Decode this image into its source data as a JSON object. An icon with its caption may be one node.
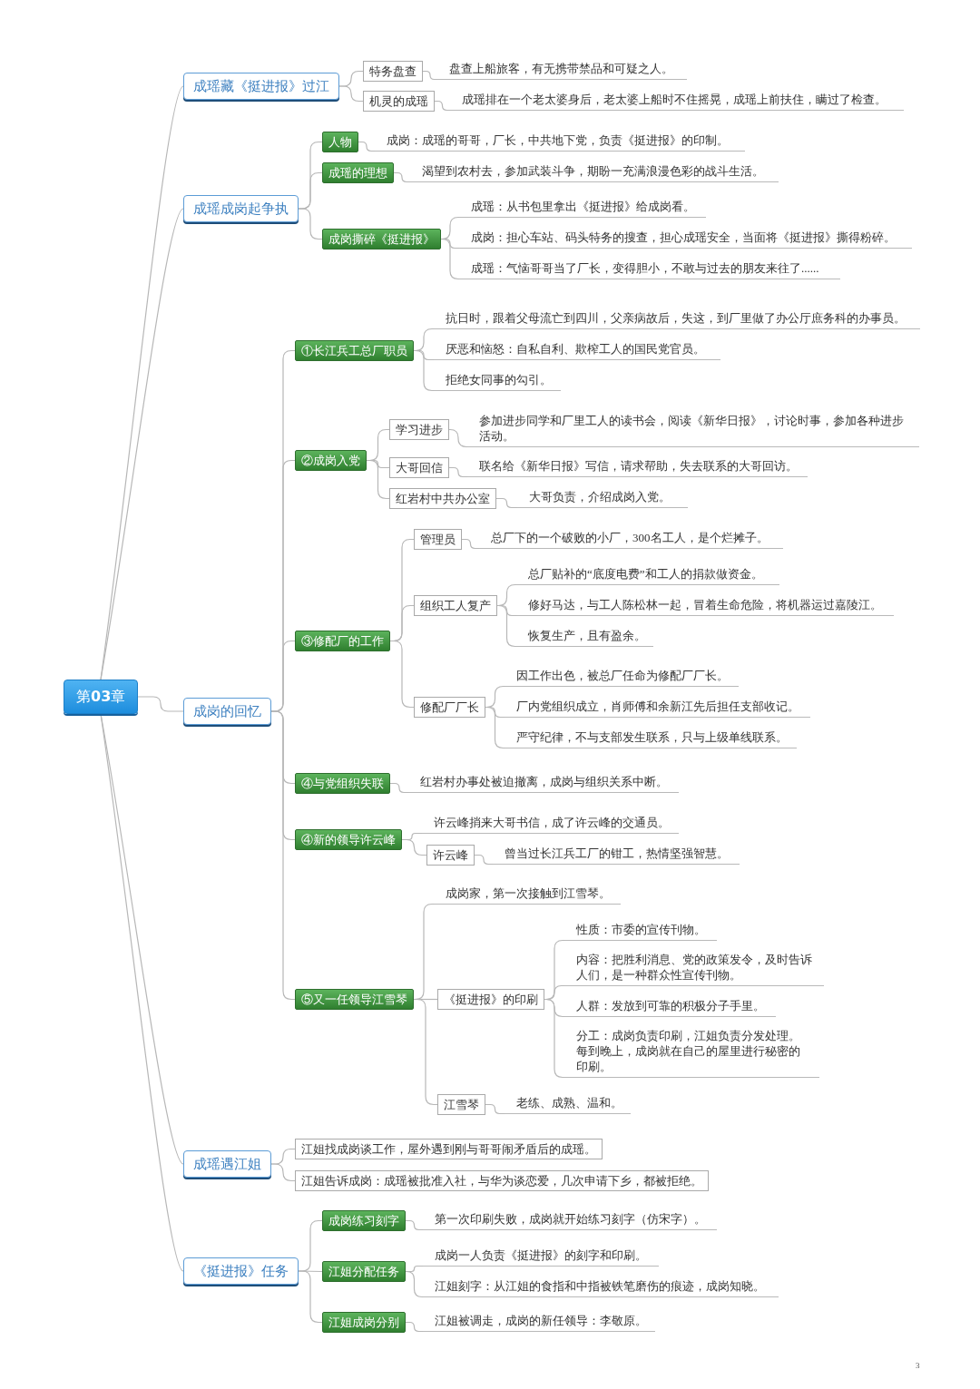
{
  "diagram": {
    "nodes": [
      {
        "text": [
          "第**03**章"
        ]
      },
      {
        "text": [
          "成瑶藏《挺进报》过江"
        ]
      },
      {
        "text": [
          "特务盘查"
        ]
      },
      {
        "text": [
          "盘查上船旅客，有无携带禁品和可疑之人。"
        ]
      },
      {
        "text": [
          "机灵的成瑶"
        ]
      },
      {
        "text": [
          "成瑶排在一个老太婆身后，老太婆上船时不住摇晃，成瑶上前扶住，瞒过了检查。"
        ]
      },
      {
        "text": [
          "成瑶成岗起争执"
        ]
      },
      {
        "text": [
          "人物"
        ]
      },
      {
        "text": [
          "成岗：成瑶的哥哥，厂长，中共地下党，负责《挺进报》的印制。"
        ]
      },
      {
        "text": [
          "成瑶的理想"
        ]
      },
      {
        "text": [
          "渴望到农村去，参加武装斗争，期盼一充满浪漫色彩的战斗生活。"
        ]
      },
      {
        "text": [
          "成岗撕碎《挺进报》"
        ]
      },
      {
        "text": [
          "成瑶：从书包里拿出《挺进报》给成岗看。"
        ]
      },
      {
        "text": [
          "成岗：担心车站、码头特务的搜查，担心成瑶安全，当面将《挺进报》撕得粉碎。"
        ]
      },
      {
        "text": [
          "成瑶：气恼哥哥当了厂长，变得胆小，不敢与过去的朋友来往了......"
        ]
      },
      {
        "text": [
          "成岗的回忆"
        ]
      },
      {
        "text": [
          "①长江兵工总厂职员"
        ]
      },
      {
        "text": [
          "抗日时，跟着父母流亡到四川，父亲病故后，失这，到厂里做了办公厅庶务科的办事员。"
        ]
      },
      {
        "text": [
          "厌恶和恼怒：自私自利、欺榨工人的国民党官员。"
        ]
      },
      {
        "text": [
          "拒绝女同事的勾引。"
        ]
      },
      {
        "text": [
          "②成岗入党"
        ]
      },
      {
        "text": [
          "学习进步"
        ]
      },
      {
        "text": [
          "参加进步同学和厂里工人的读书会，阅读《新华日报》，讨论时事，参加各种进步活动。"
        ]
      },
      {
        "text": [
          "大哥回信"
        ]
      },
      {
        "text": [
          "联名给《新华日报》写信，请求帮助，失去联系的大哥回访。"
        ]
      },
      {
        "text": [
          "红岩村中共办公室"
        ]
      },
      {
        "text": [
          "大哥负责，介绍成岗入党。"
        ]
      },
      {
        "text": [
          "③修配厂的工作"
        ]
      },
      {
        "text": [
          "管理员"
        ]
      },
      {
        "text": [
          "总厂下的一个破败的小厂，300名工人，是个烂摊子。"
        ]
      },
      {
        "text": [
          "组织工人复产"
        ]
      },
      {
        "text": [
          "总厂贴补的“底度电费”和工人的捐款做资金。"
        ]
      },
      {
        "text": [
          "修好马达，与工人陈松林一起，冒着生命危险，将机器运过嘉陵江。"
        ]
      },
      {
        "text": [
          "恢复生产，且有盈余。"
        ]
      },
      {
        "text": [
          "修配厂厂长"
        ]
      },
      {
        "text": [
          "因工作出色，被总厂任命为修配厂厂长。"
        ]
      },
      {
        "text": [
          "厂内党组织成立，肖师傅和余新江先后担任支部收记。"
        ]
      },
      {
        "text": [
          "严守纪律，不与支部发生联系，只与上级单线联系。"
        ]
      },
      {
        "text": [
          "④与党组织失联"
        ]
      },
      {
        "text": [
          "红岩村办事处被迫撤离，成岗与组织关系中断。"
        ]
      },
      {
        "text": [
          "④新的领导许云峰"
        ]
      },
      {
        "text": [
          "许云峰捎来大哥书信，成了许云峰的交通员。"
        ]
      },
      {
        "text": [
          "许云峰"
        ]
      },
      {
        "text": [
          "曾当过长江兵工厂的钳工，热情坚强智慧。"
        ]
      },
      {
        "text": [
          "⑤又一任领导江雪琴"
        ]
      },
      {
        "text": [
          "成岗家，第一次接触到江雪琴。"
        ]
      },
      {
        "text": [
          "《挺进报》的印刷"
        ]
      },
      {
        "text": [
          "性质：市委的宣传刊物。"
        ]
      },
      {
        "text": [
          "内容：把胜利消息、党的政策发令，及时告诉人们，是一种群众性宣传刊物。"
        ]
      },
      {
        "text": [
          "人群：发放到可靠的积极分子手里。"
        ]
      },
      {
        "text": [
          "分工：成岗负责印刷，江姐负责分发处理。每到晚上，成岗就在自己的屋里进行秘密的印刷。"
        ]
      },
      {
        "text": [
          "江雪琴"
        ]
      },
      {
        "text": [
          "老练、成熟、温和。"
        ]
      },
      {
        "text": [
          "成瑶遇江姐"
        ]
      },
      {
        "text": [
          "江姐找成岗谈工作，屋外遇到刚与哥哥闹矛盾后的成瑶。"
        ]
      },
      {
        "text": [
          "江姐告诉成岗：成瑶被批准入社，与华为谈恋爱，几次申请下乡，都被拒绝。"
        ]
      },
      {
        "text": [
          "《挺进报》任务"
        ]
      },
      {
        "text": [
          "成岗练习刻字"
        ]
      },
      {
        "text": [
          "第一次印刷失败，成岗就开始练习刻字（仿宋字）。"
        ]
      },
      {
        "text": [
          "江姐分配任务"
        ]
      },
      {
        "text": [
          "成岗一人负责《挺进报》的刻字和印刷。"
        ]
      },
      {
        "text": [
          "江姐刻字：从江姐的食指和中指被铁笔磨伤的痕迹，成岗知晓。"
        ]
      },
      {
        "text": [
          "江姐成岗分别"
        ]
      },
      {
        "text": [
          "江姐被调走，成岗的新任领导：李敬原。"
        ]
      }
    ],
    "edges": [
      {
        "from": 0,
        "to": 1,
        "arrow": "none"
      },
      {
        "from": 0,
        "to": 6,
        "arrow": "none"
      },
      {
        "from": 0,
        "to": 15,
        "arrow": "none"
      },
      {
        "from": 0,
        "to": 53,
        "arrow": "none"
      },
      {
        "from": 0,
        "to": 56,
        "arrow": "none"
      },
      {
        "from": 1,
        "to": 2,
        "arrow": "none"
      },
      {
        "from": 1,
        "to": 4,
        "arrow": "none"
      },
      {
        "from": 2,
        "to": 3,
        "arrow": "none"
      },
      {
        "from": 4,
        "to": 5,
        "arrow": "none"
      },
      {
        "from": 6,
        "to": 7,
        "arrow": "none"
      },
      {
        "from": 6,
        "to": 9,
        "arrow": "none"
      },
      {
        "from": 6,
        "to": 11,
        "arrow": "none"
      },
      {
        "from": 7,
        "to": 8,
        "arrow": "none"
      },
      {
        "from": 9,
        "to": 10,
        "arrow": "none"
      },
      {
        "from": 11,
        "to": 12,
        "arrow": "none"
      },
      {
        "from": 11,
        "to": 13,
        "arrow": "none"
      },
      {
        "from": 11,
        "to": 14,
        "arrow": "none"
      },
      {
        "from": 15,
        "to": 16,
        "arrow": "none"
      },
      {
        "from": 15,
        "to": 20,
        "arrow": "none"
      },
      {
        "from": 15,
        "to": 27,
        "arrow": "none"
      },
      {
        "from": 15,
        "to": 38,
        "arrow": "none"
      },
      {
        "from": 15,
        "to": 40,
        "arrow": "none"
      },
      {
        "from": 15,
        "to": 44,
        "arrow": "none"
      },
      {
        "from": 16,
        "to": 17,
        "arrow": "none"
      },
      {
        "from": 16,
        "to": 18,
        "arrow": "none"
      },
      {
        "from": 16,
        "to": 19,
        "arrow": "none"
      },
      {
        "from": 20,
        "to": 21,
        "arrow": "none"
      },
      {
        "from": 20,
        "to": 23,
        "arrow": "none"
      },
      {
        "from": 20,
        "to": 25,
        "arrow": "none"
      },
      {
        "from": 21,
        "to": 22,
        "arrow": "none"
      },
      {
        "from": 23,
        "to": 24,
        "arrow": "none"
      },
      {
        "from": 25,
        "to": 26,
        "arrow": "none"
      },
      {
        "from": 27,
        "to": 28,
        "arrow": "none"
      },
      {
        "from": 27,
        "to": 30,
        "arrow": "none"
      },
      {
        "from": 27,
        "to": 34,
        "arrow": "none"
      },
      {
        "from": 28,
        "to": 29,
        "arrow": "none"
      },
      {
        "from": 30,
        "to": 31,
        "arrow": "none"
      },
      {
        "from": 30,
        "to": 32,
        "arrow": "none"
      },
      {
        "from": 30,
        "to": 33,
        "arrow": "none"
      },
      {
        "from": 34,
        "to": 35,
        "arrow": "none"
      },
      {
        "from": 34,
        "to": 36,
        "arrow": "none"
      },
      {
        "from": 34,
        "to": 37,
        "arrow": "none"
      },
      {
        "from": 38,
        "to": 39,
        "arrow": "none"
      },
      {
        "from": 40,
        "to": 41,
        "arrow": "none"
      },
      {
        "from": 40,
        "to": 42,
        "arrow": "none"
      },
      {
        "from": 42,
        "to": 43,
        "arrow": "none"
      },
      {
        "from": 44,
        "to": 45,
        "arrow": "none"
      },
      {
        "from": 44,
        "to": 46,
        "arrow": "none"
      },
      {
        "from": 44,
        "to": 51,
        "arrow": "none"
      },
      {
        "from": 46,
        "to": 47,
        "arrow": "none"
      },
      {
        "from": 46,
        "to": 48,
        "arrow": "none"
      },
      {
        "from": 46,
        "to": 49,
        "arrow": "none"
      },
      {
        "from": 46,
        "to": 50,
        "arrow": "none"
      },
      {
        "from": 51,
        "to": 52,
        "arrow": "none"
      },
      {
        "from": 53,
        "to": 54,
        "arrow": "none"
      },
      {
        "from": 53,
        "to": 55,
        "arrow": "none"
      },
      {
        "from": 56,
        "to": 57,
        "arrow": "none"
      },
      {
        "from": 56,
        "to": 59,
        "arrow": "none"
      },
      {
        "from": 56,
        "to": 62,
        "arrow": "none"
      },
      {
        "from": 57,
        "to": 58,
        "arrow": "none"
      },
      {
        "from": 59,
        "to": 60,
        "arrow": "none"
      },
      {
        "from": 59,
        "to": 61,
        "arrow": "none"
      },
      {
        "from": 62,
        "to": 63,
        "arrow": "none"
      }
    ],
    "labels": [
      "3"
    ]
  }
}
